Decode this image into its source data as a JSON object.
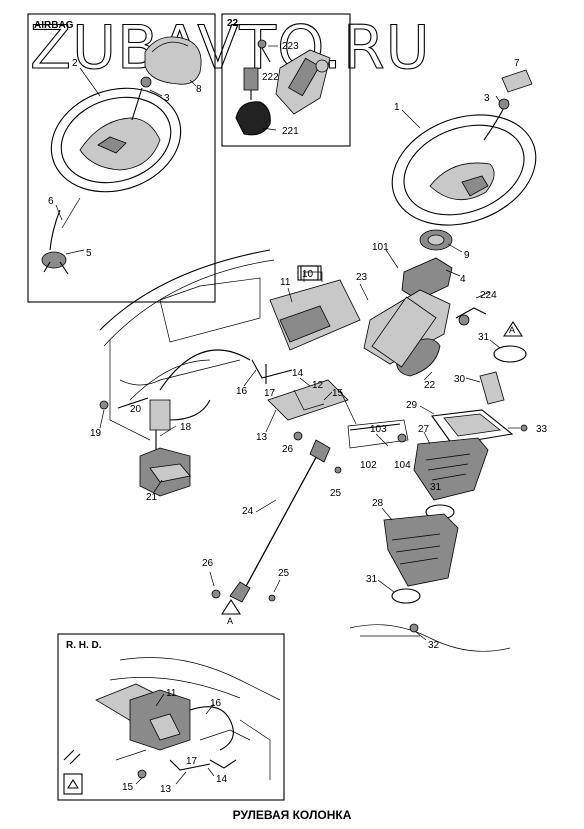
{
  "watermark": "ZUBAVTO.RU",
  "caption": "РУЛЕВАЯ КОЛОНКА",
  "insets": {
    "airbag": {
      "title": "AIRBAG",
      "callouts": [
        "2",
        "3",
        "8",
        "6",
        "5"
      ]
    },
    "ignition": {
      "title": "22",
      "callouts": [
        "223",
        "222",
        "221"
      ]
    },
    "rhd": {
      "title": "R. H. D.",
      "callouts": [
        "11",
        "16",
        "17",
        "14",
        "13",
        "15"
      ]
    }
  },
  "callouts": {
    "c1": "1",
    "c7": "7",
    "c3": "3",
    "c9": "9",
    "c4": "4",
    "c101": "101",
    "c10": "10",
    "c11": "11",
    "c23": "23",
    "c224": "224",
    "c31a": "31",
    "c22": "22",
    "c30": "30",
    "c29": "29",
    "c33": "33",
    "c27": "27",
    "c16": "16",
    "c17": "17",
    "c14": "14",
    "c15": "15",
    "c12": "12",
    "c20": "20",
    "c19": "19",
    "c18": "18",
    "c13": "13",
    "c103": "103",
    "c102": "102",
    "c104": "104",
    "c26a": "26",
    "c25a": "25",
    "c21": "21",
    "c24": "24",
    "c28": "28",
    "c31b": "31",
    "c31c": "31",
    "c26b": "26",
    "c25b": "25",
    "c32": "32",
    "arrowA1": "A",
    "arrowA2": "A"
  }
}
